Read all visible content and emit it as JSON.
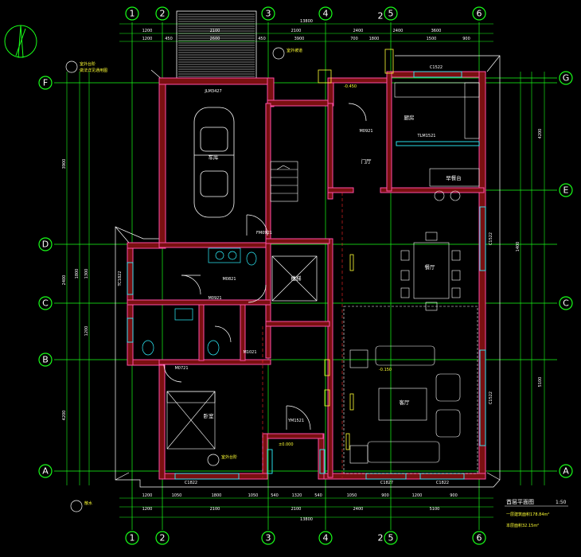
{
  "plan": {
    "axes_top": [
      "1",
      "2",
      "3",
      "4",
      "5",
      "6"
    ],
    "axes_left": [
      "F",
      "D",
      "C",
      "B",
      "A"
    ],
    "axes_right": [
      "G",
      "E",
      "C",
      "A"
    ],
    "section_mark": "2",
    "top_dims_outer": [
      "13800"
    ],
    "top_dims_mid": [
      "1200",
      "2100",
      "2100",
      "2400",
      "2400",
      "3600"
    ],
    "top_dims_inner": [
      "1200",
      "450",
      "2600",
      "450",
      "3900",
      "700",
      "1800",
      "1500",
      "900"
    ],
    "bottom_dims_outer": [
      "13800"
    ],
    "bottom_dims_mid": [
      "1200",
      "2100",
      "2100",
      "2400",
      "5100"
    ],
    "bottom_dims_inner": [
      "1200",
      "1050",
      "1800",
      "1050",
      "540",
      "1320",
      "540",
      "1050",
      "900",
      "1200",
      "900"
    ],
    "left_dims": [
      "3900",
      "1800",
      "2400",
      "1300",
      "1200",
      "4200"
    ],
    "right_dims": [
      "4200",
      "1400",
      "5100"
    ],
    "rooms": {
      "garage": "车库",
      "kitchen": "厨房",
      "dining": "餐厅",
      "living": "客厅",
      "bedroom": "卧室",
      "stair": "楼梯",
      "entry": "门厅",
      "pantry": "早餐台"
    },
    "window_labels": [
      "JLM3427",
      "C1522",
      "TLM1521",
      "C1522",
      "C1522",
      "C1822",
      "C1827",
      "C1822",
      "TC1822"
    ],
    "door_labels": [
      "M0921",
      "M0821",
      "M0721",
      "M1021",
      "M0921",
      "YM1521",
      "FM0921"
    ],
    "annotations": [
      "室外台阶",
      "做法详见通用图",
      "室外坡道",
      "散水"
    ],
    "title_block": {
      "title": "首层平面图",
      "scale": "1:50",
      "area_1": "一层建筑面积178.84m²",
      "area_2": "本层面积32.15m²"
    },
    "levels": [
      "±0.000",
      "-0.450",
      "-0.150"
    ],
    "colors": {
      "background": "#000000",
      "axis_line": "#19ff19",
      "wall_fill": "#7a1010",
      "wall_edge": "#ff4da6",
      "window": "#2ef2ff",
      "text": "#ffffff",
      "hatch": "#ffff33"
    }
  }
}
